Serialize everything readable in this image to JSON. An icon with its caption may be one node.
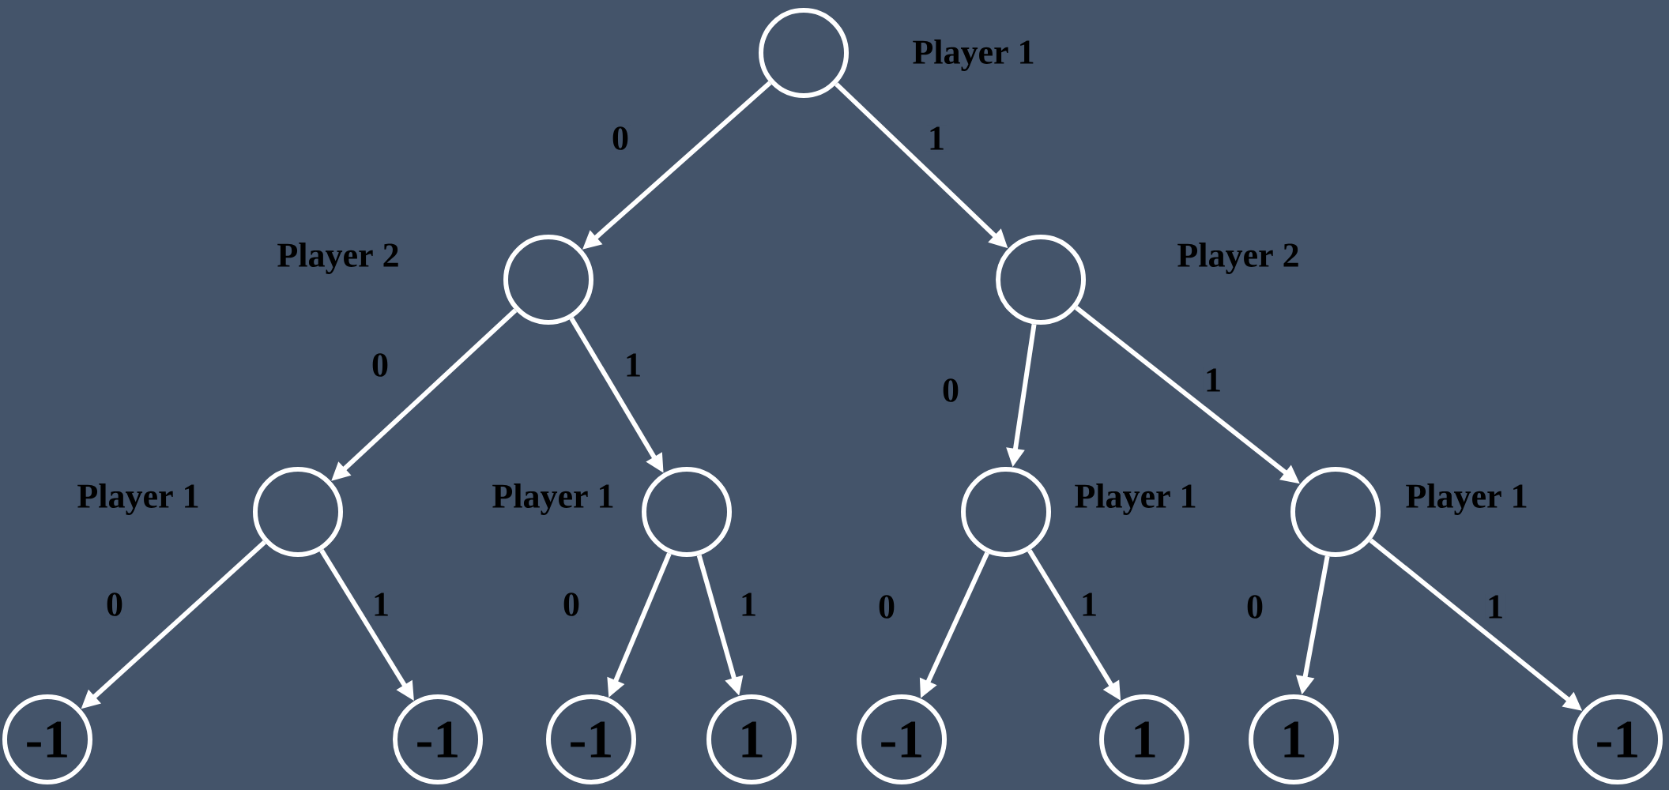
{
  "diagram": {
    "nodes": [
      {
        "text": [],
        "shape": "circle",
        "beside": [
          "Player 1"
        ]
      },
      {
        "text": [],
        "shape": "circle",
        "beside": [
          "Player 2"
        ]
      },
      {
        "text": [],
        "shape": "circle",
        "beside": [
          "Player 2"
        ]
      },
      {
        "text": [],
        "shape": "circle",
        "beside": [
          "Player 1"
        ]
      },
      {
        "text": [],
        "shape": "circle",
        "beside": [
          "Player 1"
        ]
      },
      {
        "text": [],
        "shape": "circle",
        "beside": [
          "Player 1"
        ]
      },
      {
        "text": [],
        "shape": "circle",
        "beside": [
          "Player 1"
        ]
      },
      {
        "text": [
          "-1"
        ]
      },
      {
        "text": [
          "-1"
        ]
      },
      {
        "text": [
          "-1"
        ]
      },
      {
        "text": [
          "1"
        ]
      },
      {
        "text": [
          "-1"
        ]
      },
      {
        "text": [
          "1"
        ]
      },
      {
        "text": [
          "1"
        ]
      },
      {
        "text": [
          "-1"
        ]
      }
    ],
    "edges": [
      {
        "from": 0,
        "to": 1,
        "arrow": "to",
        "label": "0"
      },
      {
        "from": 0,
        "to": 2,
        "arrow": "to",
        "label": "1"
      },
      {
        "from": 1,
        "to": 3,
        "arrow": "to",
        "label": "0"
      },
      {
        "from": 1,
        "to": 4,
        "arrow": "to",
        "label": "1"
      },
      {
        "from": 2,
        "to": 5,
        "arrow": "to",
        "label": "0"
      },
      {
        "from": 2,
        "to": 6,
        "arrow": "to",
        "label": "1"
      },
      {
        "from": 3,
        "to": 7,
        "arrow": "to",
        "label": "0"
      },
      {
        "from": 3,
        "to": 8,
        "arrow": "to",
        "label": "1"
      },
      {
        "from": 4,
        "to": 9,
        "arrow": "to",
        "label": "0"
      },
      {
        "from": 4,
        "to": 10,
        "arrow": "to",
        "label": "1"
      },
      {
        "from": 5,
        "to": 11,
        "arrow": "to",
        "label": "0"
      },
      {
        "from": 5,
        "to": 12,
        "arrow": "to",
        "label": "1"
      },
      {
        "from": 6,
        "to": 13,
        "arrow": "to",
        "label": "0"
      },
      {
        "from": 6,
        "to": 14,
        "arrow": "to",
        "label": "1"
      }
    ]
  }
}
